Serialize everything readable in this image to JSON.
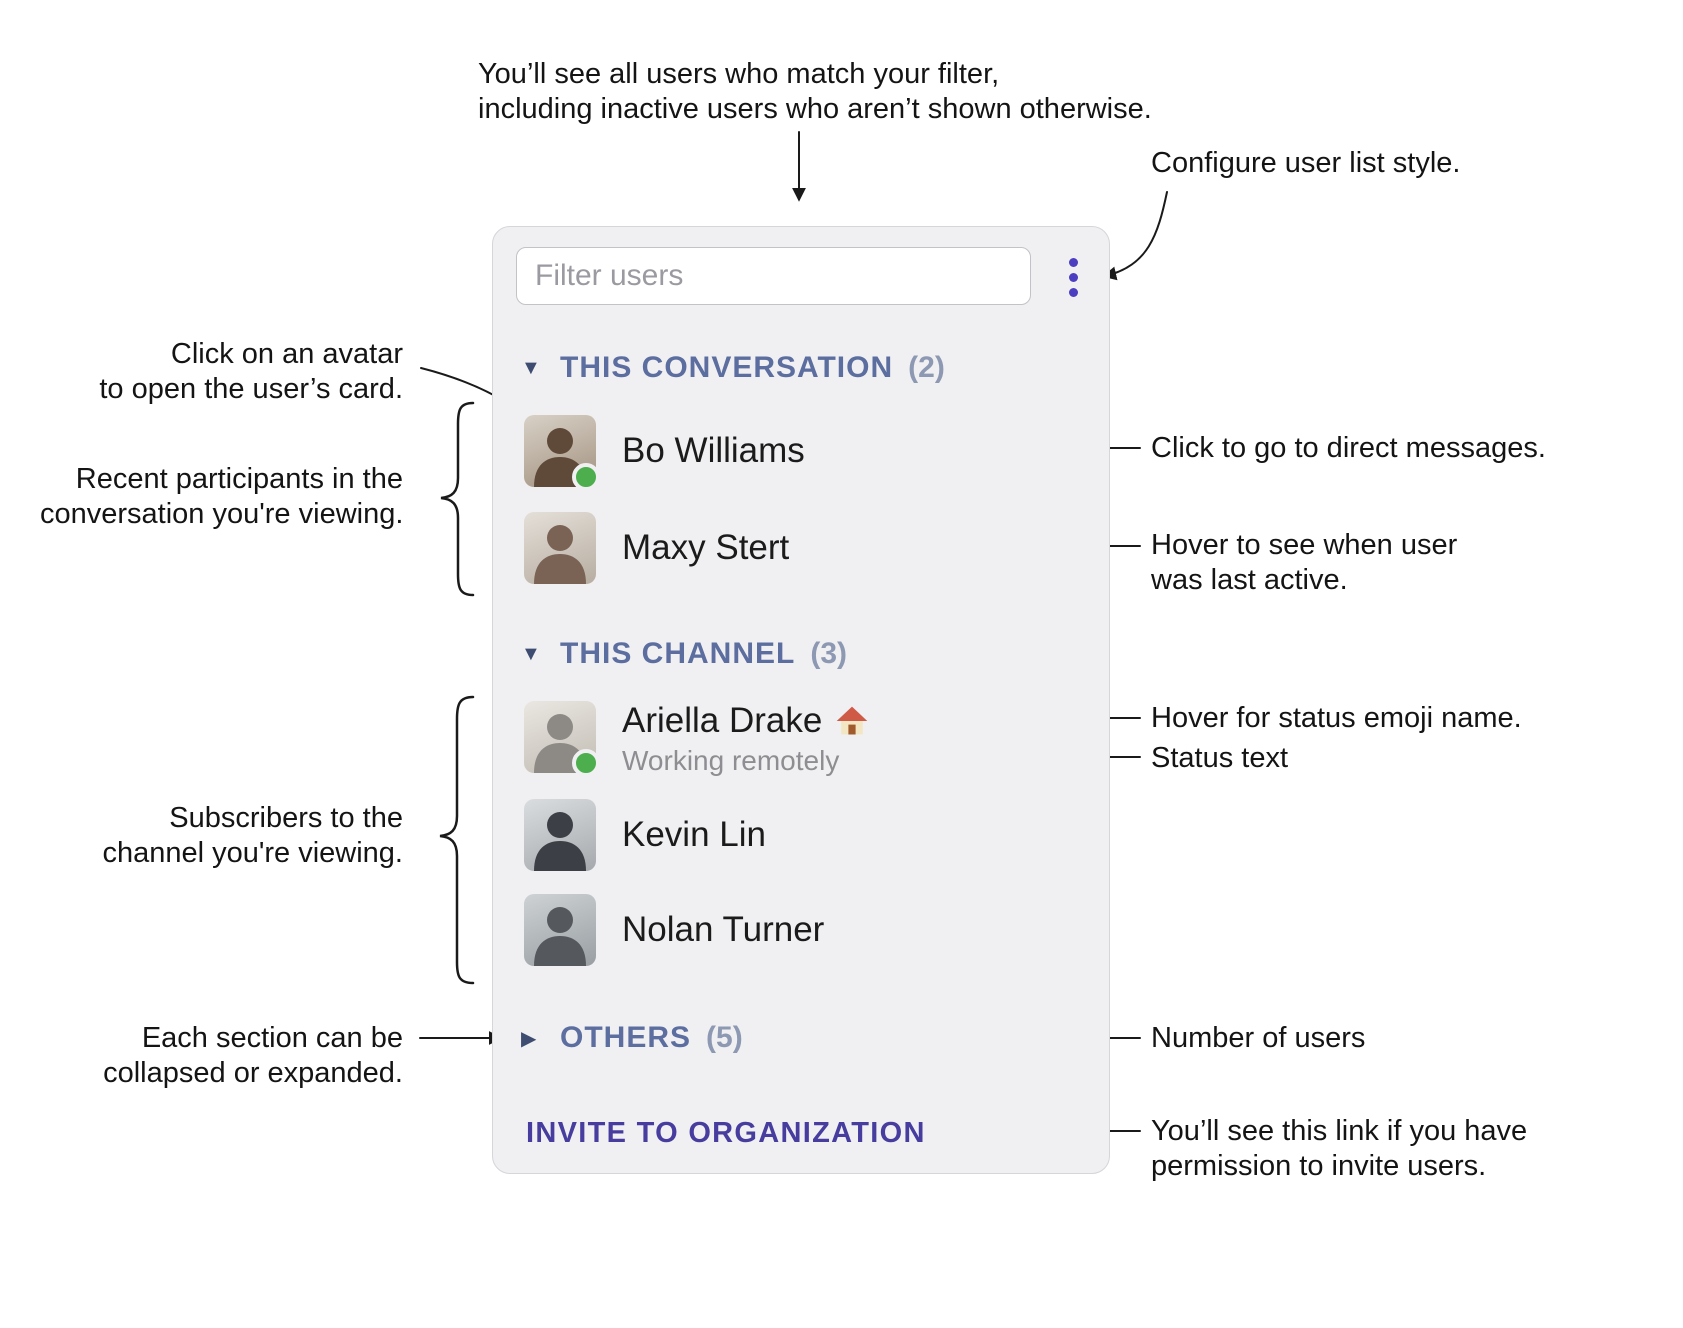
{
  "annotations": {
    "filter_note": {
      "line1": "You’ll see all users who match your filter,",
      "line2": "including inactive users who aren’t shown otherwise."
    },
    "configure_note": "Configure user list style.",
    "avatar_note": {
      "line1": "Click on an avatar",
      "line2": "to open the user’s card."
    },
    "participants_note": {
      "line1": "Recent participants in the",
      "line2": "conversation you're viewing."
    },
    "dm_note": "Click to go to direct messages.",
    "last_active_note": {
      "line1": "Hover to see when user",
      "line2": "was last active."
    },
    "status_emoji_note": "Hover for status emoji name.",
    "status_text_note": "Status text",
    "subscribers_note": {
      "line1": "Subscribers to the",
      "line2": "channel you're viewing."
    },
    "collapse_note": {
      "line1": "Each section can be",
      "line2": "collapsed or expanded."
    },
    "count_note": "Number of users",
    "invite_note": {
      "line1": "You’ll see this link if you have",
      "line2": "permission to invite users."
    }
  },
  "panel": {
    "filter_placeholder": "Filter users",
    "sections": [
      {
        "label": "THIS CONVERSATION",
        "count": "(2)",
        "state": "expanded",
        "users": [
          {
            "name": "Bo Williams",
            "online": true
          },
          {
            "name": "Maxy Stert",
            "online": false
          }
        ]
      },
      {
        "label": "THIS CHANNEL",
        "count": "(3)",
        "state": "expanded",
        "users": [
          {
            "name": "Ariella Drake",
            "status_emoji": "house",
            "status_text": "Working remotely",
            "online": true
          },
          {
            "name": "Kevin Lin",
            "online": false
          },
          {
            "name": "Nolan Turner",
            "online": false
          }
        ]
      },
      {
        "label": "OTHERS",
        "count": "(5)",
        "state": "collapsed",
        "users": []
      }
    ],
    "invite_link": "INVITE TO ORGANIZATION"
  },
  "icons": {
    "menu": "vertical-ellipsis",
    "section_expanded": "▼",
    "section_collapsed": "▶",
    "status_emoji_house": "🏠"
  },
  "colors": {
    "panel_bg": "#f0f0f2",
    "accent_indigo": "#4b3ec0",
    "invite_link": "#473d9e",
    "section_header": "#5c6e9f",
    "online_green": "#4cae4c"
  }
}
